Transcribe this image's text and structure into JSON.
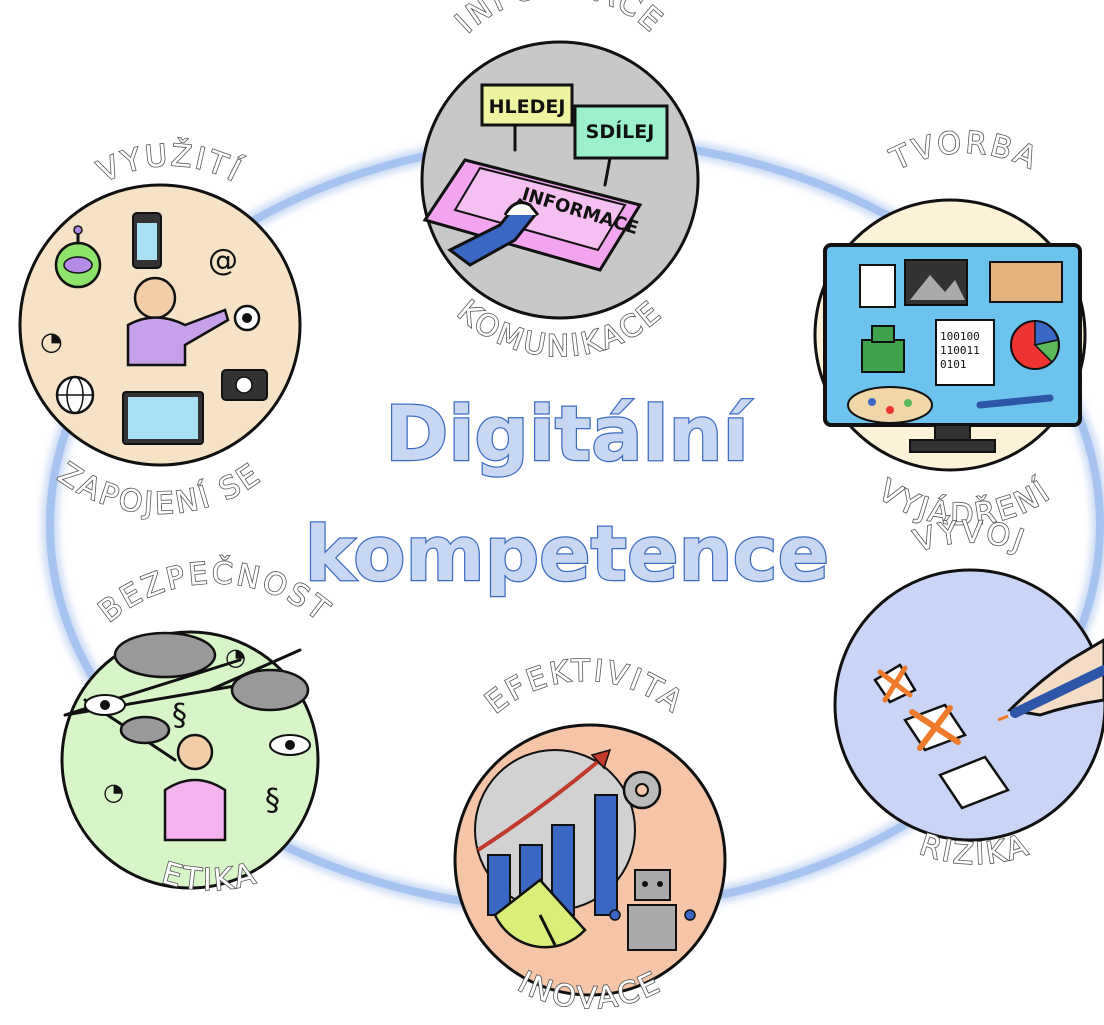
{
  "title": {
    "line1": "Digitální",
    "line2": "kompetence"
  },
  "areas": [
    {
      "id": "informace",
      "top_label": "INFORMACE",
      "bottom_label": "KOMUNIKACE",
      "tags": [
        "HLEDEJ",
        "SDÍLEJ"
      ],
      "keyboard_text": "INFORMACE",
      "color": "#c8c8c8"
    },
    {
      "id": "tvorba",
      "top_label": "TVORBA",
      "bottom_label": "VYJÁDŘENÍ",
      "screen_text": [
        "100100",
        "110011",
        "0101"
      ],
      "color": "#fbf2d8"
    },
    {
      "id": "vyvoj",
      "top_label": "VÝVOJ",
      "bottom_label": "RIZIKA",
      "color": "#c9d4f7"
    },
    {
      "id": "efektivita",
      "top_label": "EFEKTIVITA",
      "bottom_label": "INOVACE",
      "color": "#f6c5a8"
    },
    {
      "id": "bezpecnost",
      "top_label": "BEZPEČNOST",
      "bottom_label": "ETIKA",
      "color": "#d7f5c7"
    },
    {
      "id": "vyuziti",
      "top_label": "VYUŽITÍ",
      "bottom_label": "ZAPOJENÍ SE",
      "color": "#f6e3c5"
    }
  ],
  "colors": {
    "ring": "#8fb2ea",
    "title_fill": "#c9d8f2",
    "title_stroke": "#3d6cc0"
  },
  "icons": [
    "robot-icon",
    "phone-icon",
    "at-sign-icon",
    "target-icon",
    "wifi-icon",
    "globe-icon",
    "camera-icon",
    "tablet-icon",
    "cloud-icon",
    "eye-icon",
    "paragraph-icon",
    "gear-icon",
    "pie-chart-icon",
    "clock-icon",
    "pen-icon",
    "checkbox-icon"
  ]
}
